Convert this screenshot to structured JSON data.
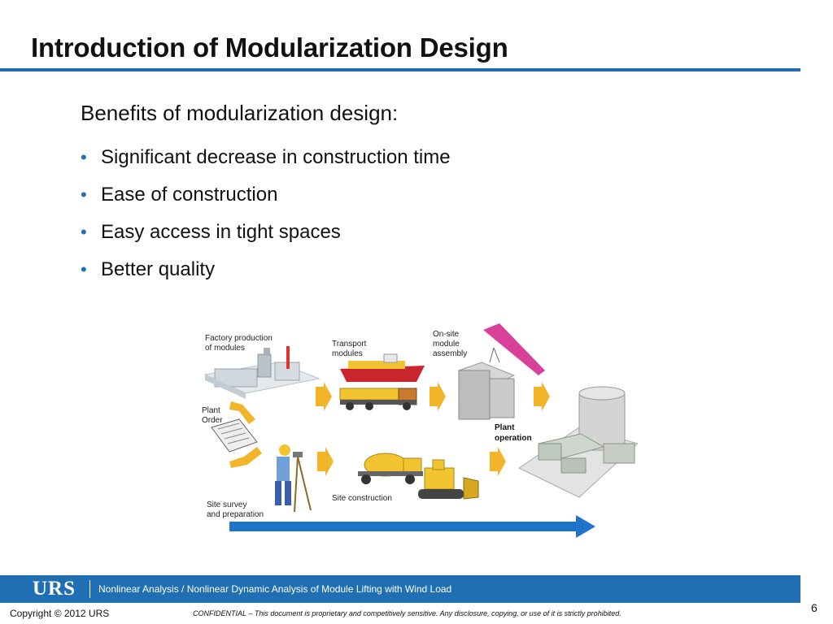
{
  "slide": {
    "title": "Introduction of Modularization Design",
    "subheading": "Benefits of modularization design:",
    "bullets": [
      "Significant decrease in construction time",
      "Ease of construction",
      "Easy access in tight spaces",
      "Better quality"
    ]
  },
  "diagram": {
    "labels": {
      "factory_line1": "Factory production",
      "factory_line2": "of modules",
      "transport_line1": "Transport",
      "transport_line2": "modules",
      "onsite_line1": "On-site",
      "onsite_line2": "module",
      "onsite_line3": "assembly",
      "plant_order_line1": "Plant",
      "plant_order_line2": "Order",
      "plant_operation_line1": "Plant",
      "plant_operation_line2": "operation",
      "site_survey_line1": "Site survey",
      "site_survey_line2": "and preparation",
      "site_construction": "Site construction"
    },
    "colors": {
      "step_arrow": "#f2b52a",
      "timeline_arrow": "#1f74c8"
    }
  },
  "footer": {
    "logo": "URS",
    "description": "Nonlinear Analysis / Nonlinear Dynamic Analysis of Module Lifting with Wind Load",
    "copyright": "Copyright © 2012 URS",
    "confidential": "CONFIDENTIAL – This document is proprietary and competitively sensitive. Any disclosure, copying, or use of it is strictly prohibited.",
    "page_number": "6",
    "bar_color": "#1f6fb2"
  }
}
